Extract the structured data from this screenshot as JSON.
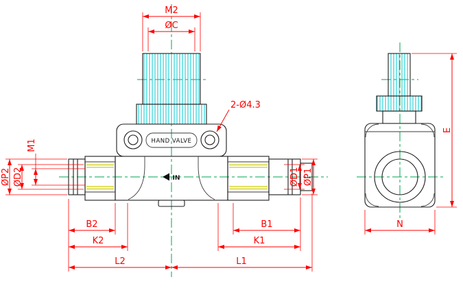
{
  "front_view": {
    "top_dims": {
      "m2": "M2",
      "c": "ØC"
    },
    "callout": "2-Ø4.3",
    "body_text": "HAND VALVE",
    "flow_text": "IN",
    "left_dims": {
      "p2": "ØP2",
      "d2": "ØD2",
      "m1": "M1"
    },
    "right_dims": {
      "d1": "ØD1",
      "p1": "ØP1"
    },
    "bottom_dims": {
      "b2": "B2",
      "k2": "K2",
      "b1": "B1",
      "k1": "K1",
      "l2": "L2",
      "l1": "L1"
    }
  },
  "side_view": {
    "dims": {
      "e": "E",
      "n": "N"
    }
  },
  "colors": {
    "dimension_red": "#ff0000",
    "centerline_green": "#00a650",
    "hatch_cyan": "#00c8d0",
    "outline_black": "#1c1c1c",
    "seal_yellow": "#cfcf00",
    "background": "#ffffff"
  }
}
